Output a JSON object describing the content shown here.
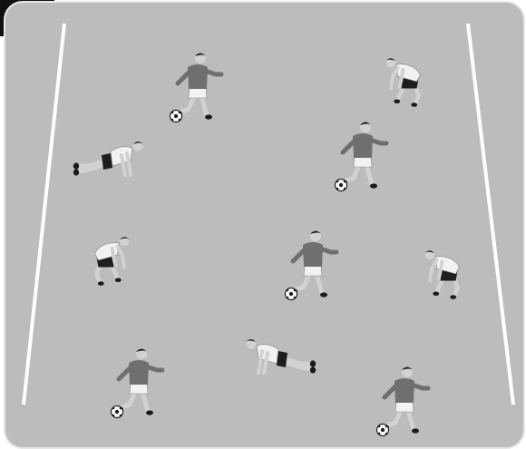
{
  "diagram": {
    "colors": {
      "pitch": "#bcbcbc",
      "corner": "#111111",
      "line": "#ffffff",
      "dark_shirt": "#6f6f6f",
      "light_shirt": "#f2f2f2",
      "shorts_dark": "#1e1e1e",
      "skin": "#d2d2d2",
      "hair": "#1a1a1a",
      "ball": "#ffffff"
    },
    "players": [
      {
        "name": "player-dribbling-top-left",
        "team": "dark",
        "pose": "dribble",
        "ball": true
      },
      {
        "name": "player-crouching-top-right",
        "team": "light",
        "pose": "crouch",
        "ball": false
      },
      {
        "name": "player-pushup-upper-left",
        "team": "light",
        "pose": "pushup",
        "ball": false
      },
      {
        "name": "player-dribbling-upper-right",
        "team": "dark",
        "pose": "dribble",
        "ball": true
      },
      {
        "name": "player-crouching-middle-left",
        "team": "light",
        "pose": "crouch",
        "ball": false
      },
      {
        "name": "player-dribbling-center",
        "team": "dark",
        "pose": "dribble",
        "ball": true
      },
      {
        "name": "player-crouching-middle-right",
        "team": "light",
        "pose": "crouch",
        "ball": false
      },
      {
        "name": "player-dribbling-bottom-left",
        "team": "dark",
        "pose": "dribble",
        "ball": true
      },
      {
        "name": "player-pushup-bottom-center",
        "team": "light",
        "pose": "pushup",
        "ball": false
      },
      {
        "name": "player-dribbling-bottom-right",
        "team": "dark",
        "pose": "dribble",
        "ball": true
      }
    ]
  }
}
